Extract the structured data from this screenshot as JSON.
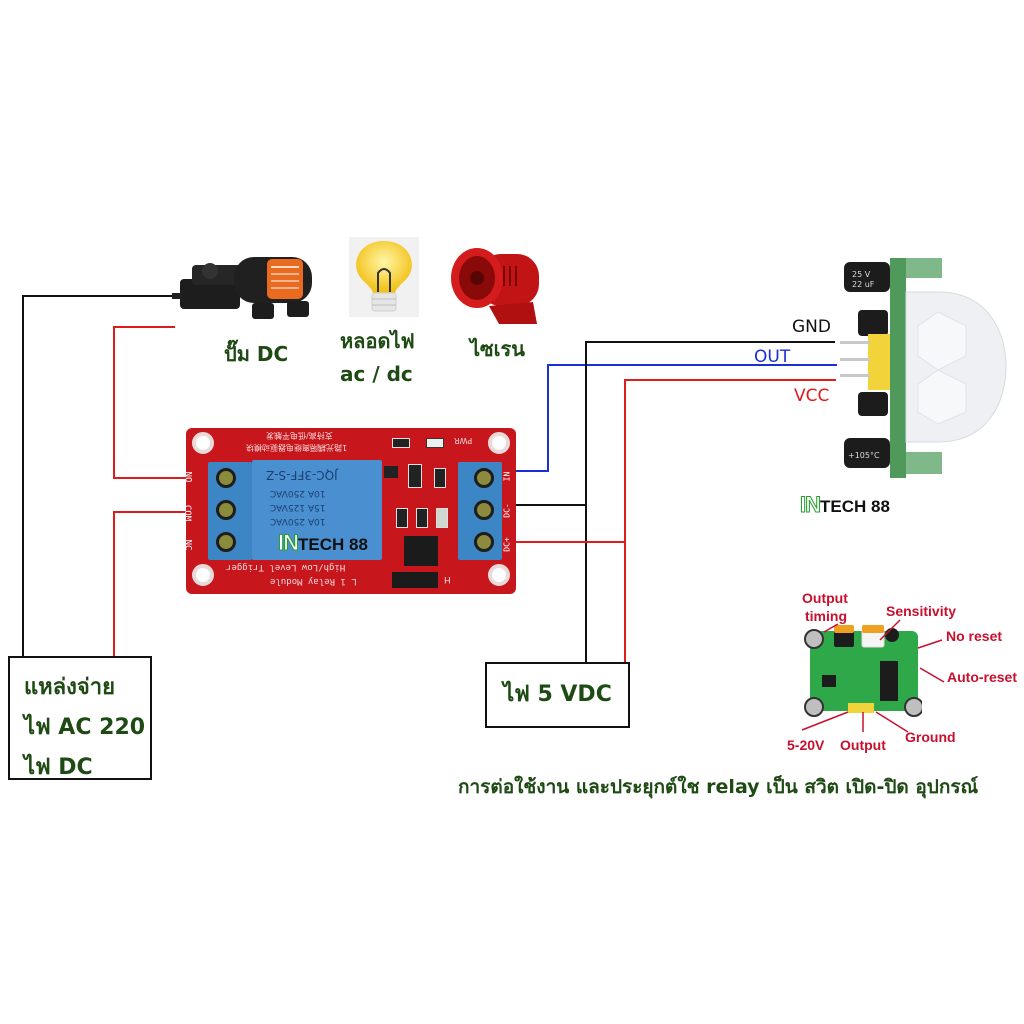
{
  "loads": {
    "pump": {
      "label": "ปั๊ม DC",
      "icon": "dc-water-pump-icon"
    },
    "lamp": {
      "label_line1": "หลอดไฟ",
      "label_line2": "ac / dc",
      "icon": "light-bulb-icon"
    },
    "siren": {
      "label": "ไซเรน",
      "icon": "red-siren-icon"
    }
  },
  "relay_module": {
    "left_terminals": [
      "NO",
      "COM",
      "NC"
    ],
    "right_terminals": [
      "IN",
      "DC-",
      "DC+"
    ],
    "relay_part": "JQC-3FF-S-Z",
    "relay_ratings": [
      "10A 250VAC",
      "15A 125VAC",
      "10A 250VAC"
    ],
    "silk_title": "L 1 Relay Module",
    "silk_sub": "High/Low Level Trigger",
    "silk_cn_line1": "支持高/低电平触发",
    "silk_cn_line2": "1路光耦隔离继电器驱动模块",
    "pwr_label": "PWR",
    "jumper_label": "H",
    "colors": {
      "pcb": "#c8161d",
      "terminal": "#3d86c6",
      "relay": "#4a90d0"
    }
  },
  "pir_sensor": {
    "pins": {
      "gnd": "GND",
      "out": "OUT",
      "vcc": "VCC"
    },
    "cap_text": "25 V 22 uF",
    "cap_text2": "+105°C",
    "colors": {
      "gnd": "#111111",
      "out": "#1a2fd6",
      "vcc": "#e01b1b"
    }
  },
  "watermark": {
    "brand_in": "IN",
    "brand_rest": "TECH 88"
  },
  "pir_board_annotations": {
    "output_timing": [
      "Output",
      "timing"
    ],
    "sensitivity": "Sensitivity",
    "no_reset": "No reset",
    "auto_reset": "Auto-reset",
    "supply": "5-20V",
    "output": "Output",
    "ground": "Ground"
  },
  "power_source_box": {
    "lines": [
      "แหล่งจ่าย",
      "ไฟ AC 220",
      "ไฟ DC"
    ]
  },
  "dc_supply_box": {
    "label": "ไฟ 5 VDC"
  },
  "caption": "การต่อใช้งาน และประยุกต์ใช relay เป็น สวิต เปิด-ปิด อุปกรณ์",
  "wire_colors": {
    "black": "#111111",
    "red": "#e01b1b",
    "blue": "#1a2fd6",
    "label_green": "#1e4a14"
  }
}
